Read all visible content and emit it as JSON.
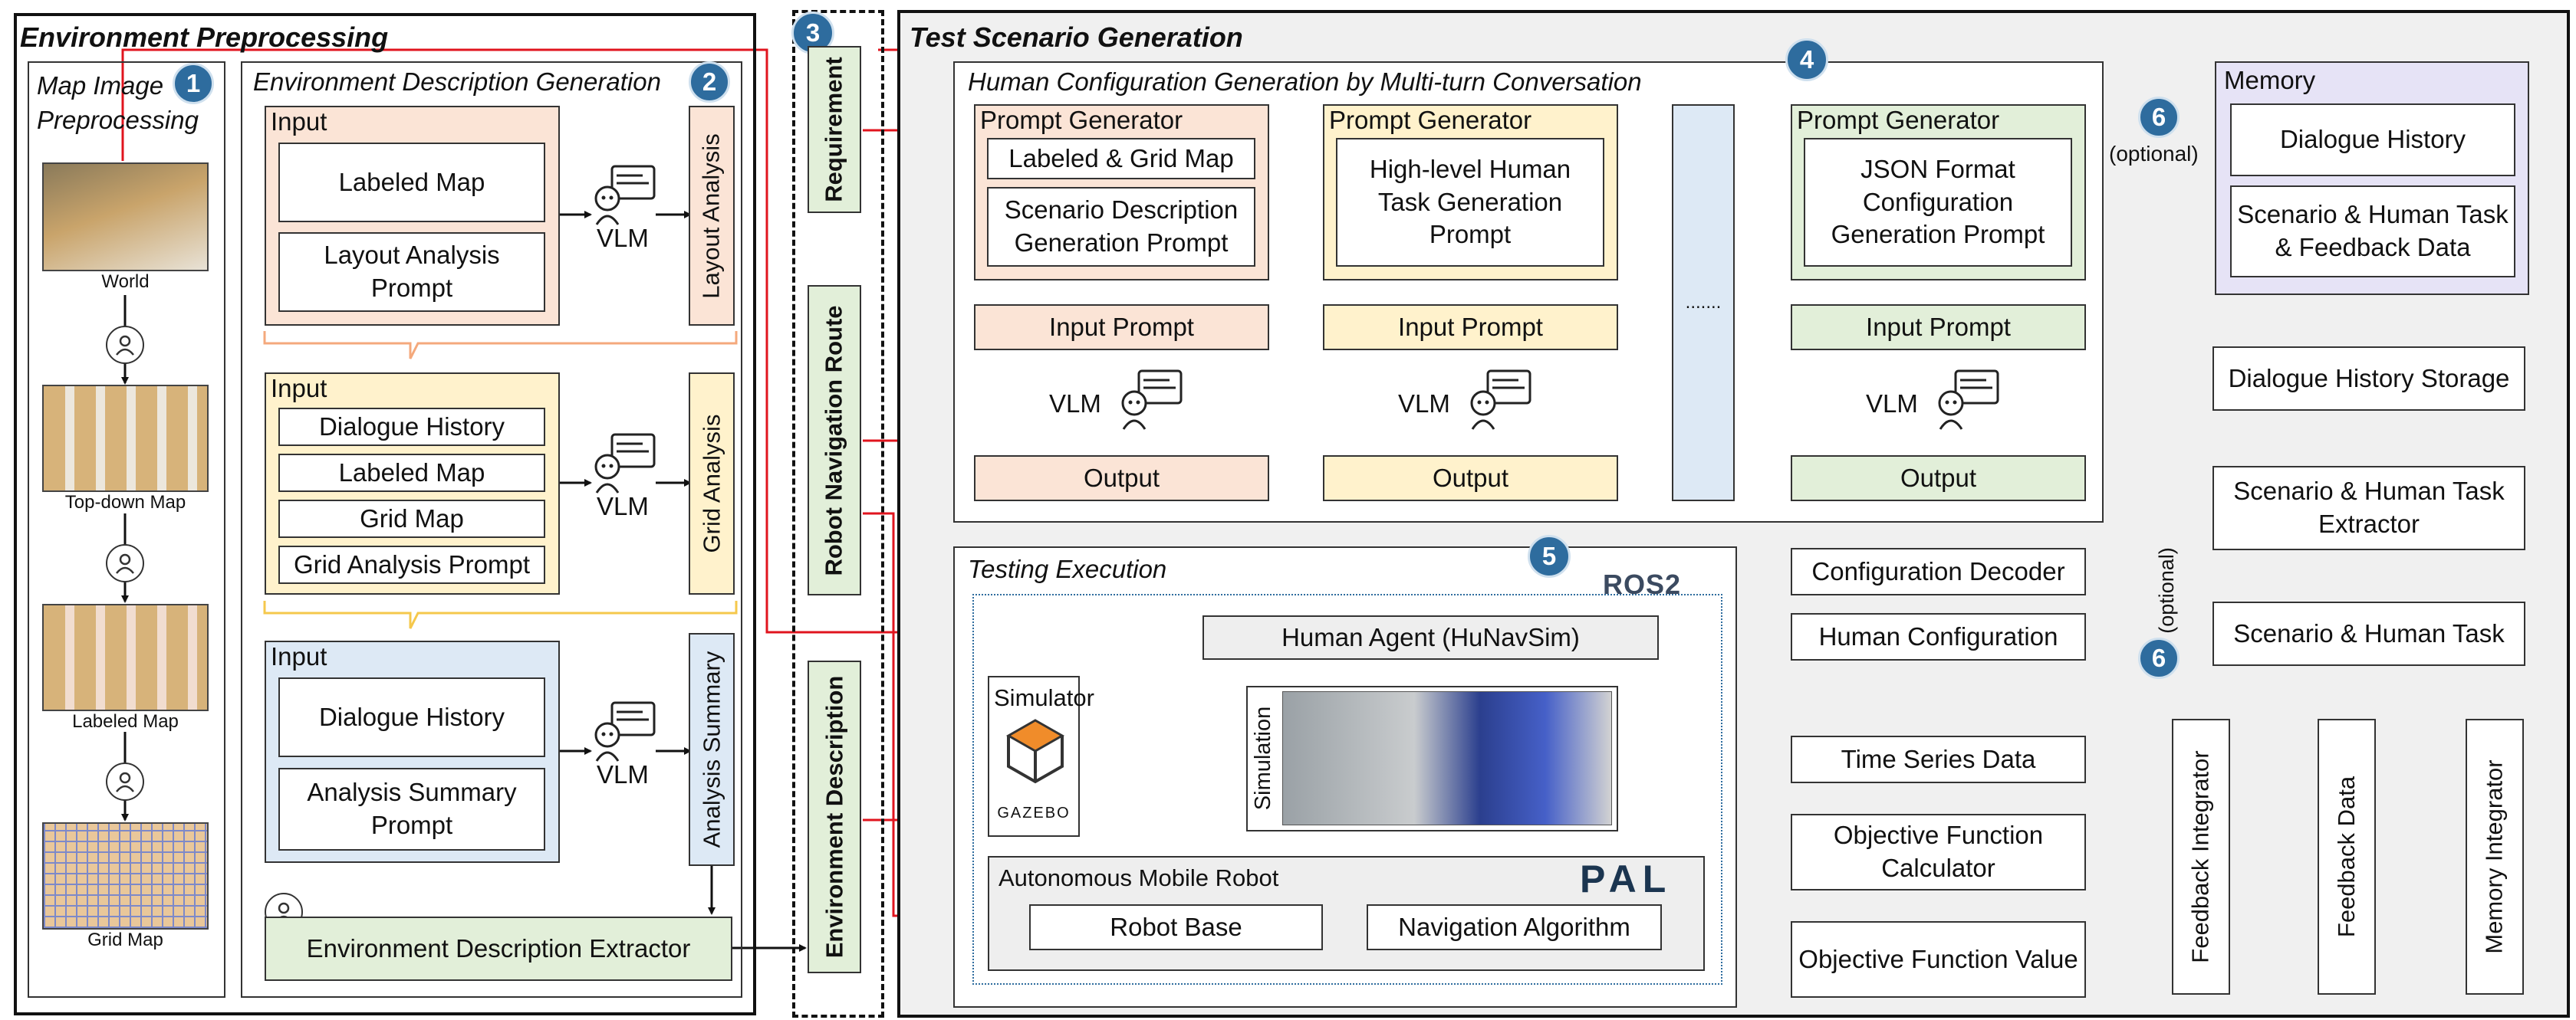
{
  "sections": {
    "env_preprocessing": "Environment Preprocessing",
    "test_generation": "Test Scenario Generation"
  },
  "badges": {
    "b1": "1",
    "b2": "2",
    "b3": "3",
    "b4": "4",
    "b5": "5",
    "b6a": "6",
    "b6b": "6"
  },
  "map_pre": {
    "title": "Map Image Preprocessing",
    "captions": [
      "World",
      "Top-down Map",
      "Labeled Map",
      "Grid Map"
    ]
  },
  "env_desc": {
    "title": "Environment Description Generation",
    "input_label": "Input",
    "g1": {
      "items": [
        "Labeled Map",
        "Layout Analysis Prompt"
      ],
      "side": "Layout Analysis"
    },
    "g2": {
      "items": [
        "Dialogue History",
        "Labeled Map",
        "Grid Map",
        "Grid Analysis Prompt"
      ],
      "side": "Grid Analysis"
    },
    "g3": {
      "items": [
        "Dialogue History",
        "Analysis Summary Prompt"
      ],
      "side": "Analysis Summary"
    },
    "vlm": "VLM",
    "extractor": "Environment Description Extractor"
  },
  "middle": {
    "requirement": "Requirement",
    "route": "Robot Navigation Route",
    "env_desc": "Environment Description"
  },
  "human_cfg": {
    "title": "Human Configuration Generation by Multi-turn Conversation",
    "pg_label": "Prompt Generator",
    "c1": {
      "items": [
        "Labeled & Grid Map",
        "Scenario Description Generation Prompt"
      ]
    },
    "c2": {
      "items": [
        "High-level Human Task Generation Prompt"
      ]
    },
    "c4": {
      "items": [
        "JSON Format Configuration Generation Prompt"
      ]
    },
    "input_prompt": "Input Prompt",
    "vlm": "VLM",
    "output": "Output",
    "dots": "......."
  },
  "memory": {
    "title": "Memory",
    "items": [
      "Dialogue History",
      "Scenario & Human Task & Feedback Data"
    ],
    "optional": "(optional)"
  },
  "right": {
    "dialogue_storage": "Dialogue History Storage",
    "extractor": "Scenario & Human Task Extractor",
    "scenario": "Scenario & Human Task",
    "optional": "(optional)",
    "config_decoder": "Configuration Decoder",
    "human_config": "Human Configuration",
    "time_series": "Time Series Data",
    "obj_calc": "Objective Function Calculator",
    "obj_value": "Objective Function Value",
    "feedback_integrator": "Feedback Integrator",
    "feedback_data": "Feedback Data",
    "memory_integrator": "Memory Integrator"
  },
  "testing": {
    "title": "Testing Execution",
    "ros": "ROS2",
    "human_agent": "Human Agent (HuNavSim)",
    "simulator": "Simulator",
    "gazebo": "GAZEBO",
    "simulation": "Simulation",
    "amr": "Autonomous Mobile Robot",
    "pal": "PAL",
    "robot_base": "Robot Base",
    "nav_algo": "Navigation Algorithm"
  },
  "colors": {
    "peach": "#fbe4d6",
    "yellow": "#fff2cc",
    "blue": "#dde9f5",
    "green": "#e2efd9",
    "lavender": "#e6e3f6",
    "badge": "#2e6c9e",
    "red_arrow": "#e0141e",
    "orange_arrow": "#f4a97c",
    "yellow_arrow": "#f5c84c",
    "blue_arrow": "#8db8e0"
  },
  "icons": [
    "person-icon",
    "vlm-robot-icon",
    "gazebo-logo-icon",
    "ros2-logo-icon",
    "pal-logo-icon"
  ]
}
